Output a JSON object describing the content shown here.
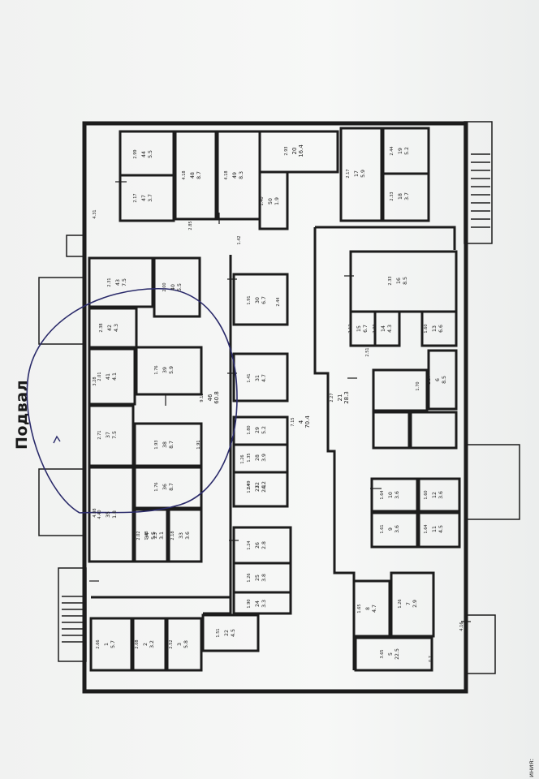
{
  "title": "Подвал",
  "corner_text": "иния:",
  "colors": {
    "wall": "#1c1c1c",
    "ink": "#222222",
    "marker": "#2a2a6a",
    "paper": "#f4f5f4"
  },
  "rooms": [
    {
      "id": "r44",
      "n": "44",
      "a": "5.5",
      "d": "2.99"
    },
    {
      "id": "r47",
      "n": "47",
      "a": "3.7",
      "d": "2.17"
    },
    {
      "id": "r48",
      "n": "48",
      "a": "8.7",
      "d": "4.18"
    },
    {
      "id": "r49",
      "n": "49",
      "a": "8.3",
      "d": "4.18"
    },
    {
      "id": "r50",
      "n": "50",
      "a": "1.9",
      "d": "1.40"
    },
    {
      "id": "r43",
      "n": "43",
      "a": "7.5",
      "d": "2.31"
    },
    {
      "id": "r40",
      "n": "40",
      "a": "5.5",
      "d": "2.00"
    },
    {
      "id": "r42",
      "n": "42",
      "a": "4.3",
      "d": "2.38"
    },
    {
      "id": "r41",
      "n": "41",
      "a": "4.1",
      "d": "2.01"
    },
    {
      "id": "r39",
      "n": "39",
      "a": "5.9",
      "d": "1.76"
    },
    {
      "id": "r30",
      "n": "30",
      "a": "6.7",
      "d": "1.91"
    },
    {
      "id": "r31",
      "n": "31",
      "a": "4.7",
      "d": "1.41"
    },
    {
      "id": "r32",
      "n": "32",
      "a": "4.2",
      "d": "1.49"
    },
    {
      "id": "r37",
      "n": "37",
      "a": "7.5",
      "d": "2.71"
    },
    {
      "id": "r38",
      "n": "38",
      "a": "8.7",
      "d": "1.93"
    },
    {
      "id": "r36",
      "n": "36",
      "a": "8.7",
      "d": "1.76"
    },
    {
      "id": "r35",
      "n": "35",
      "a": "1.8",
      "d": "4.40"
    },
    {
      "id": "r34",
      "n": "34",
      "a": "5.5",
      "d": "2.02"
    },
    {
      "id": "r33",
      "n": "33",
      "a": "3.6",
      "d": "2.18"
    },
    {
      "id": "r29",
      "n": "29",
      "a": "5.2",
      "d": "1.80"
    },
    {
      "id": "r28",
      "n": "28",
      "a": "3.9",
      "d": "1.35"
    },
    {
      "id": "r27",
      "n": "27",
      "a": "2.1",
      "d": "1.24"
    },
    {
      "id": "r26",
      "n": "26",
      "a": "2.8",
      "d": "1.24"
    },
    {
      "id": "r24",
      "n": "24",
      "a": "3.3",
      "d": "1.90"
    },
    {
      "id": "r23",
      "n": "23",
      "a": "3.1",
      "d": "1.48"
    },
    {
      "id": "r25",
      "n": "25",
      "a": "3.8",
      "d": "1.26"
    },
    {
      "id": "r22",
      "n": "22",
      "a": "4.5",
      "d": "1.51"
    },
    {
      "id": "r15",
      "n": "15",
      "a": "6.7",
      "d": "2.12"
    },
    {
      "id": "r14",
      "n": "14",
      "a": "4.3",
      "d": "2.00"
    },
    {
      "id": "r13",
      "n": "13",
      "a": "6.6",
      "d": "1.60"
    },
    {
      "id": "r6",
      "n": "6",
      "a": "8.5",
      "d": "2.57"
    },
    {
      "id": "r16",
      "n": "16",
      "a": "8.5",
      "d": "2.33"
    },
    {
      "id": "r17",
      "n": "17",
      "a": "5.9",
      "d": "2.17"
    },
    {
      "id": "r18",
      "n": "18",
      "a": "3.7",
      "d": "2.33"
    },
    {
      "id": "r19",
      "n": "19",
      "a": "5.2",
      "d": "2.44"
    },
    {
      "id": "r5",
      "n": "5",
      "a": "22.5",
      "d": "3.65"
    },
    {
      "id": "r7",
      "n": "7",
      "a": "2.9",
      "d": "1.26"
    },
    {
      "id": "r8",
      "n": "8",
      "a": "4.7",
      "d": "1.65"
    },
    {
      "id": "r9",
      "n": "9",
      "a": "3.6",
      "d": "1.61"
    },
    {
      "id": "r10",
      "n": "10",
      "a": "3.6",
      "d": "1.64"
    },
    {
      "id": "r11",
      "n": "11",
      "a": "4.5",
      "d": "1.64"
    },
    {
      "id": "r12",
      "n": "12",
      "a": "3.6",
      "d": "1.60"
    },
    {
      "id": "r1",
      "n": "1",
      "a": "5.7",
      "d": "2.66"
    },
    {
      "id": "r2",
      "n": "2",
      "a": "3.2",
      "d": "2.08"
    },
    {
      "id": "r3",
      "n": "3",
      "a": "5.8",
      "d": "2.52"
    }
  ],
  "corridors": [
    {
      "id": "c20",
      "n": "20",
      "a": "16.4",
      "d": "2.93"
    },
    {
      "id": "c46",
      "n": "46",
      "a": "60.8",
      "d": "9.15"
    },
    {
      "id": "c21",
      "n": "21",
      "a": "28.3",
      "d": "2.27"
    },
    {
      "id": "c4",
      "n": "4",
      "a": "70.4",
      "d": "7.15"
    }
  ],
  "dims": [
    "4.31",
    "1.42",
    "2.44",
    "2.85",
    "1.26",
    "4.08",
    "3.28",
    "2.51",
    "1.70",
    "0.7",
    "4.16",
    "1.91"
  ]
}
